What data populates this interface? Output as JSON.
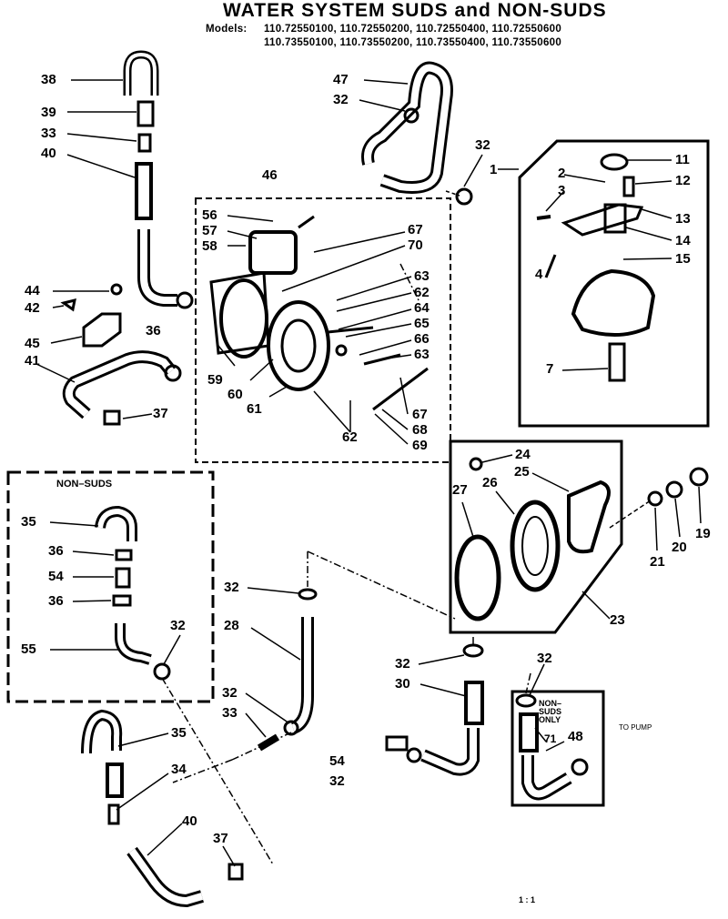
{
  "title": "WATER SYSTEM SUDS and NON-SUDS",
  "models": {
    "label": "Models:",
    "line1": "110.72550100, 110.72550200, 110.72550400, 110.72550600",
    "line2": "110.73550100, 110.73550200, 110.73550400, 110.73550600"
  },
  "non_suds_box_title": "NON–SUDS",
  "non_suds_only_label": "NON–SUDS ONLY",
  "to_pump_note": "TO PUMP",
  "footer_mark": "1 : 1",
  "callouts": {
    "c38": "38",
    "c39": "39",
    "c33a": "33",
    "c40a": "40",
    "c44": "44",
    "c42": "42",
    "c45": "45",
    "c41": "41",
    "c36a": "36",
    "c37a": "37",
    "c47": "47",
    "c32a": "32",
    "c32b": "32",
    "c1": "1",
    "c46": "46",
    "c56": "56",
    "c57": "57",
    "c58": "58",
    "c67a": "67",
    "c70": "70",
    "c63a": "63",
    "c62a": "62",
    "c64": "64",
    "c65": "65",
    "c66": "66",
    "c63b": "63",
    "c59": "59",
    "c60": "60",
    "c61": "61",
    "c62b": "62",
    "c67b": "67",
    "c68": "68",
    "c69": "69",
    "c11": "11",
    "c2": "2",
    "c12": "12",
    "c3": "3",
    "c13": "13",
    "c14": "14",
    "c15": "15",
    "c4": "4",
    "c7": "7",
    "c35a": "35",
    "c36b": "36",
    "c54a": "54",
    "c36c": "36",
    "c55": "55",
    "c32c": "32",
    "c24": "24",
    "c26": "26",
    "c25": "25",
    "c27": "27",
    "c23": "23",
    "c21": "21",
    "c20": "20",
    "c19": "19",
    "c32d": "32",
    "c28": "28",
    "c32e": "32",
    "c33b": "33",
    "c35b": "35",
    "c34": "34",
    "c40b": "40",
    "c37b": "37",
    "c32f": "32",
    "c30": "30",
    "c54b": "54",
    "c32g": "32",
    "c32h": "32",
    "c71": "71",
    "c48": "48"
  }
}
